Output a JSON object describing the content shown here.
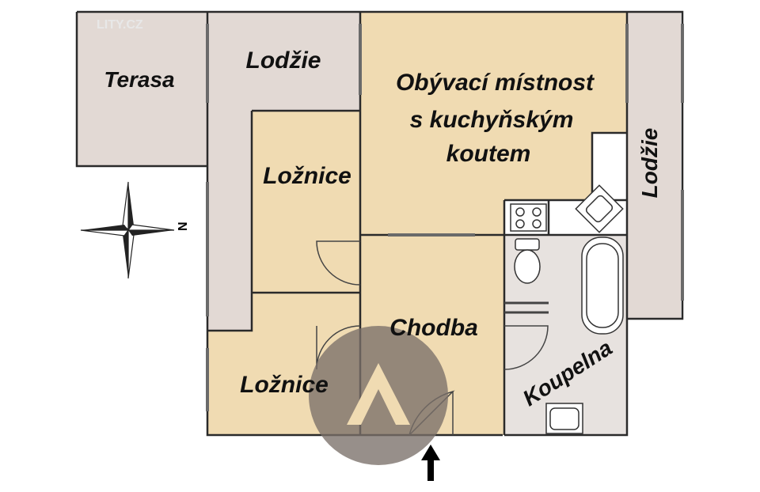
{
  "watermark": "LITY.CZ",
  "rooms": {
    "terasa": "Terasa",
    "lodzie_top": "Lodžie",
    "living_line1": "Obývací místnost",
    "living_line2": "s kuchyňským",
    "living_line3": "koutem",
    "loznice_1": "Ložnice",
    "loznice_2": "Ložnice",
    "chodba": "Chodba",
    "koupelna": "Koupelna",
    "lodzie_right": "Lodžie"
  },
  "compass": {
    "north_letter": "N"
  },
  "colors": {
    "room_fill": "#f0dbb2",
    "terrace_fill": "#e2d9d4",
    "bathroom_fill": "#e7e2df",
    "wall": "#2a2a2a",
    "watermark_circle": "#7a6f69"
  },
  "icons": [
    "compass-rose-icon",
    "entrance-arrow-icon",
    "logo-circle-icon"
  ]
}
